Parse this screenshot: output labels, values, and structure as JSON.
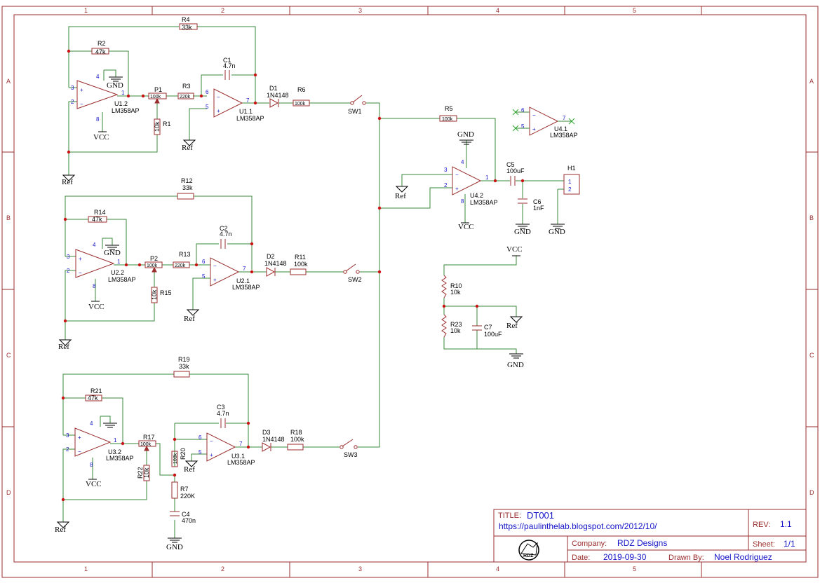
{
  "frame": {
    "cols": [
      "1",
      "2",
      "3",
      "4",
      "5"
    ],
    "rows": [
      "A",
      "B",
      "C",
      "D"
    ]
  },
  "components": {
    "R4": {
      "ref": "R4",
      "val": "33k"
    },
    "R2": {
      "ref": "R2",
      "val": "47k"
    },
    "U1_2": {
      "ref": "U1.2",
      "val": "LM358AP"
    },
    "P1": {
      "ref": "P1",
      "val": "100k"
    },
    "R1": {
      "ref": "R1",
      "val": "10k"
    },
    "R3": {
      "ref": "R3",
      "val": "220k"
    },
    "C1": {
      "ref": "C1",
      "val": "4.7n"
    },
    "U1_1": {
      "ref": "U1.1",
      "val": "LM358AP"
    },
    "D1": {
      "ref": "D1",
      "val": "1N4148"
    },
    "R6": {
      "ref": "R6",
      "val": "100k"
    },
    "SW1": {
      "ref": "SW1"
    },
    "R12": {
      "ref": "R12",
      "val": "33k"
    },
    "R14": {
      "ref": "R14",
      "val": "47k"
    },
    "U2_2": {
      "ref": "U2.2",
      "val": "LM358AP"
    },
    "P2": {
      "ref": "P2",
      "val": "100k"
    },
    "R15": {
      "ref": "R15",
      "val": "10k"
    },
    "R13": {
      "ref": "R13",
      "val": "220k"
    },
    "C2": {
      "ref": "C2",
      "val": "4.7n"
    },
    "U2_1": {
      "ref": "U2.1",
      "val": "LM358AP"
    },
    "D2": {
      "ref": "D2",
      "val": "1N4148"
    },
    "R11": {
      "ref": "R11",
      "val": "100k"
    },
    "SW2": {
      "ref": "SW2"
    },
    "R19": {
      "ref": "R19",
      "val": "33k"
    },
    "R21": {
      "ref": "R21",
      "val": "47k"
    },
    "U3_2": {
      "ref": "U3.2",
      "val": "LM358AP"
    },
    "R17": {
      "ref": "R17",
      "val": "100k"
    },
    "R22": {
      "ref": "R22",
      "val": "10k"
    },
    "R20": {
      "ref": "R20",
      "val": "100k"
    },
    "C3": {
      "ref": "C3",
      "val": "4.7n"
    },
    "U3_1": {
      "ref": "U3.1",
      "val": "LM358AP"
    },
    "D3": {
      "ref": "D3",
      "val": "1N4148"
    },
    "R18": {
      "ref": "R18",
      "val": "100k"
    },
    "SW3": {
      "ref": "SW3"
    },
    "R7": {
      "ref": "R7",
      "val": "220K"
    },
    "C4": {
      "ref": "C4",
      "val": "470n"
    },
    "R5": {
      "ref": "R5",
      "val": "100k"
    },
    "U4_2": {
      "ref": "U4.2",
      "val": "LM358AP"
    },
    "U4_1": {
      "ref": "U4.1",
      "val": "LM358AP"
    },
    "C5": {
      "ref": "C5",
      "val": "100uF"
    },
    "C6": {
      "ref": "C6",
      "val": "1nF"
    },
    "H1": {
      "ref": "H1",
      "pin1": "1",
      "pin2": "2"
    },
    "R10": {
      "ref": "R10",
      "val": "10k"
    },
    "R23": {
      "ref": "R23",
      "val": "10k"
    },
    "C7": {
      "ref": "C7",
      "val": "100uF"
    }
  },
  "power": {
    "gnd": "GND",
    "vcc": "VCC",
    "ref": "Ref"
  },
  "title_block": {
    "title_label": "TITLE:",
    "title": "DT001",
    "url": "https://paulinthelab.blogspot.com/2012/10/",
    "rev_label": "REV:",
    "rev": "1.1",
    "company_label": "Company:",
    "company": "RDZ Designs",
    "sheet_label": "Sheet:",
    "sheet": "1/1",
    "date_label": "Date:",
    "date": "2019-09-30",
    "drawn_label": "Drawn By:",
    "drawn": "Noel Rodriguez",
    "logo_text": "RDZ"
  }
}
